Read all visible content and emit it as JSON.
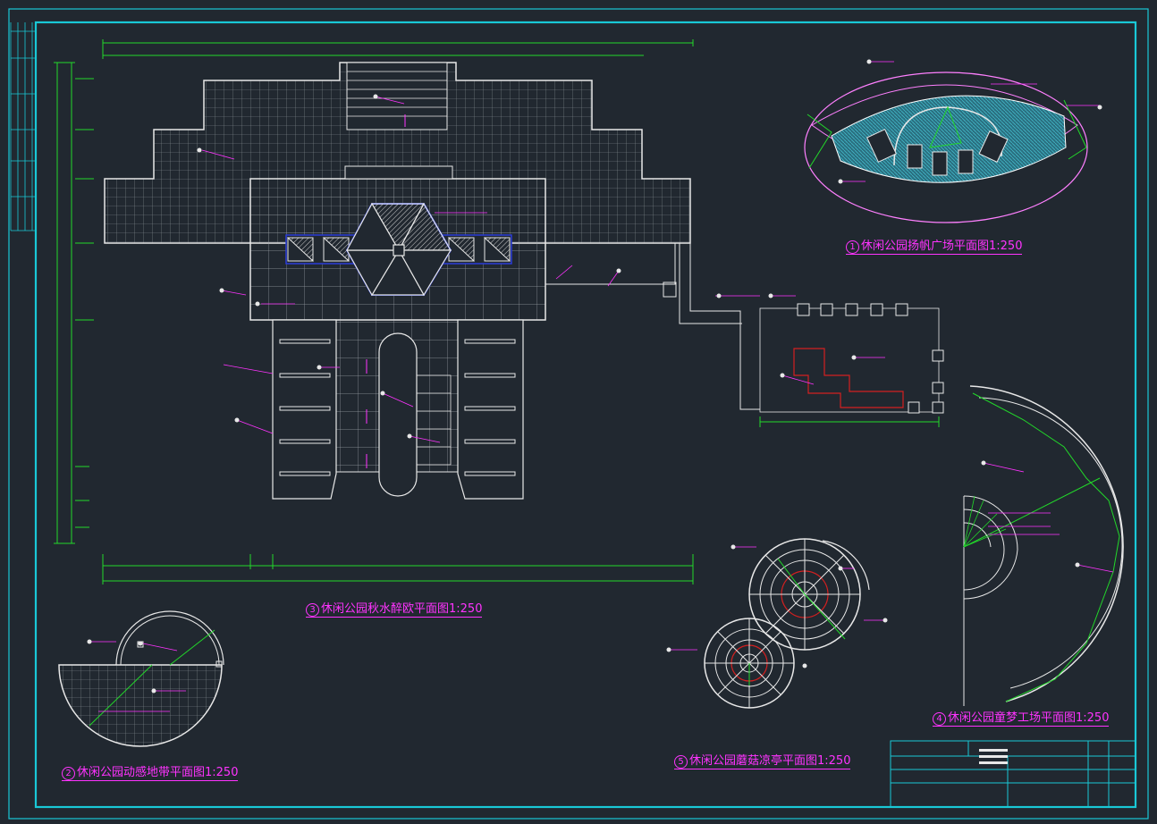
{
  "colors": {
    "background": "#212830",
    "frame": "#19c8d6",
    "outline": "#e8e8e8",
    "dimension": "#22d82a",
    "label": "#ff33ff",
    "accent_red": "#d42020",
    "accent_blue": "#2a3cd8",
    "water": "#1f8ea0"
  },
  "plans": [
    {
      "num": "1",
      "title": "休闲公园扬帆广场平面图1:250"
    },
    {
      "num": "2",
      "title": "休闲公园动感地带平面图1:250"
    },
    {
      "num": "3",
      "title": "休闲公园秋水醉欧平面图1:250"
    },
    {
      "num": "4",
      "title": "休闲公园童梦工场平面图1:250"
    },
    {
      "num": "5",
      "title": "休闲公园蘑菇凉亭平面图1:250"
    }
  ]
}
